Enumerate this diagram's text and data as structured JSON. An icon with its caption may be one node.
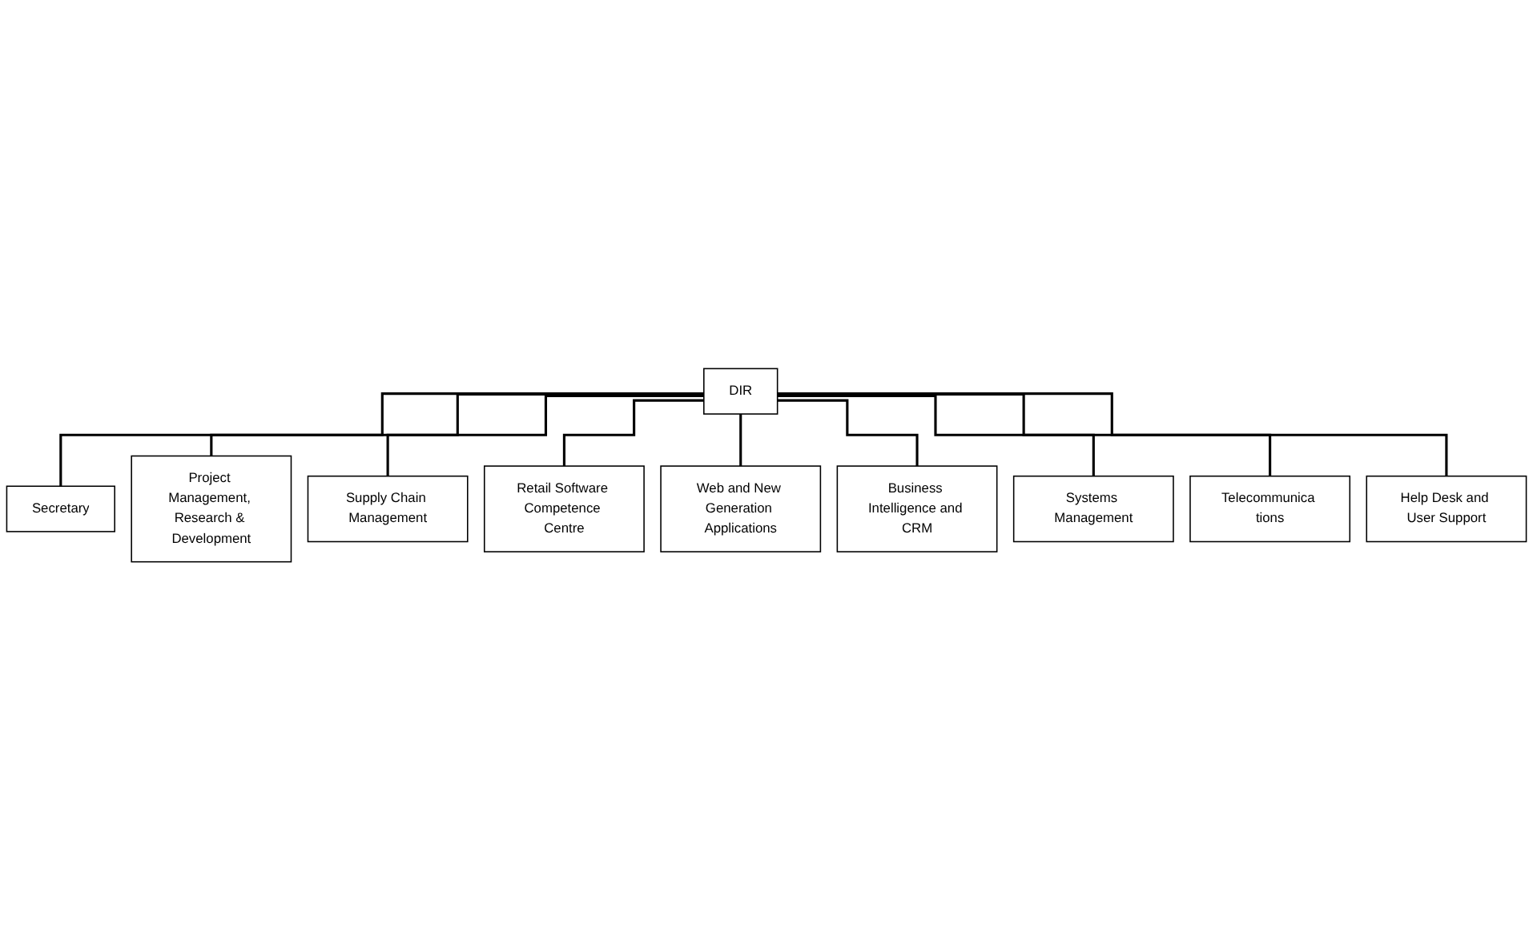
{
  "diagram": {
    "nodes": [
      {
        "text": [
          "DIR"
        ]
      },
      {
        "text": [
          "Secretary"
        ]
      },
      {
        "text": [
          "Project Management, Research & Development"
        ]
      },
      {
        "text": [
          "Supply Chain Management"
        ]
      },
      {
        "text": [
          "Retail Software Competence Centre"
        ]
      },
      {
        "text": [
          "Web and New Generation Applications"
        ]
      },
      {
        "text": [
          "Business Intelligence and CRM"
        ]
      },
      {
        "text": [
          "Systems Management"
        ]
      },
      {
        "text": [
          "Telecommunica tions"
        ]
      },
      {
        "text": [
          "Help Desk and User Support"
        ]
      }
    ],
    "edges": [
      {
        "from": 0,
        "to": 1,
        "arrow": "none"
      },
      {
        "from": 0,
        "to": 2,
        "arrow": "none"
      },
      {
        "from": 0,
        "to": 3,
        "arrow": "none"
      },
      {
        "from": 0,
        "to": 4,
        "arrow": "none"
      },
      {
        "from": 0,
        "to": 5,
        "arrow": "none"
      },
      {
        "from": 0,
        "to": 6,
        "arrow": "none"
      },
      {
        "from": 0,
        "to": 7,
        "arrow": "none"
      },
      {
        "from": 0,
        "to": 8,
        "arrow": "none"
      },
      {
        "from": 0,
        "to": 9,
        "arrow": "none"
      }
    ]
  }
}
